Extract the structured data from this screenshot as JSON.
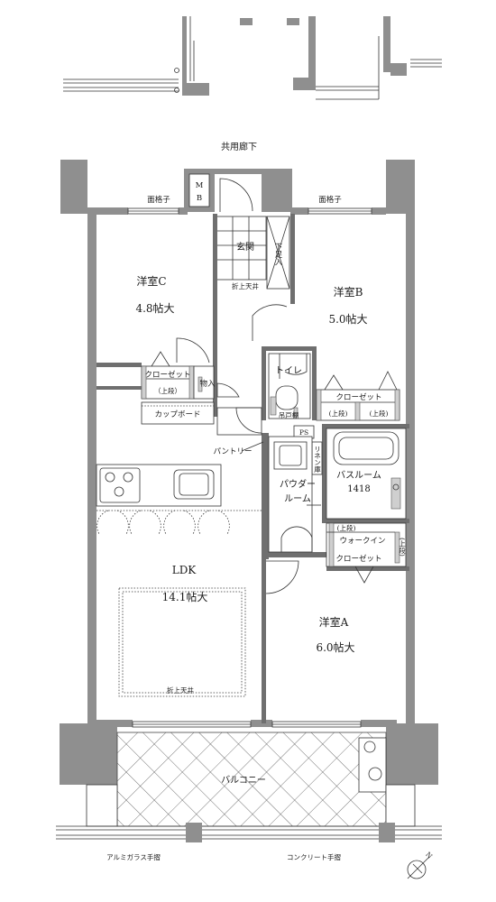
{
  "floor_plan": {
    "corridor_label": "共用廊下",
    "mb_label": "M\nB",
    "window_grille_left": "面格子",
    "window_grille_right": "面格子",
    "entrance_label": "玄関",
    "shoe_cabinet_label": "下足入",
    "entrance_ceiling_label": "折上天井",
    "rooms": {
      "room_c_name": "洋室C",
      "room_c_size": "4.8帖大",
      "room_b_name": "洋室B",
      "room_b_size": "5.0帖大",
      "room_a_name": "洋室A",
      "room_a_size": "6.0帖大",
      "ldk_name": "LDK",
      "ldk_size": "14.1帖大",
      "ldk_ceiling_label": "折上天井"
    },
    "closet_c_label": "クローゼット",
    "closet_c_upper": "（上段）",
    "storage_label": "物入",
    "cupboard_label": "カップボード",
    "toilet_label": "トイレ",
    "toilet_cabinet_label": "吊戸棚",
    "closet_b_label": "クローゼット",
    "closet_b_upper_1": "(上段)",
    "closet_b_upper_2": "(上段)",
    "ps_label": "PS",
    "pantry_label": "パントリー",
    "linen_label": "リネン庫",
    "bathroom_label": "バスルーム",
    "bathroom_size": "1418",
    "powder_label_1": "パウダー",
    "powder_label_2": "ルーム",
    "walkin_upper": "(上段)",
    "walkin_label": "ウォークイン",
    "walkin_closet_label": "クローゼット",
    "walkin_right_upper": "(上段)",
    "balcony_label": "バルコニー",
    "alumi_rail_label": "アルミガラス手摺",
    "concrete_rail_label": "コンクリート手摺",
    "north_label": "N"
  }
}
